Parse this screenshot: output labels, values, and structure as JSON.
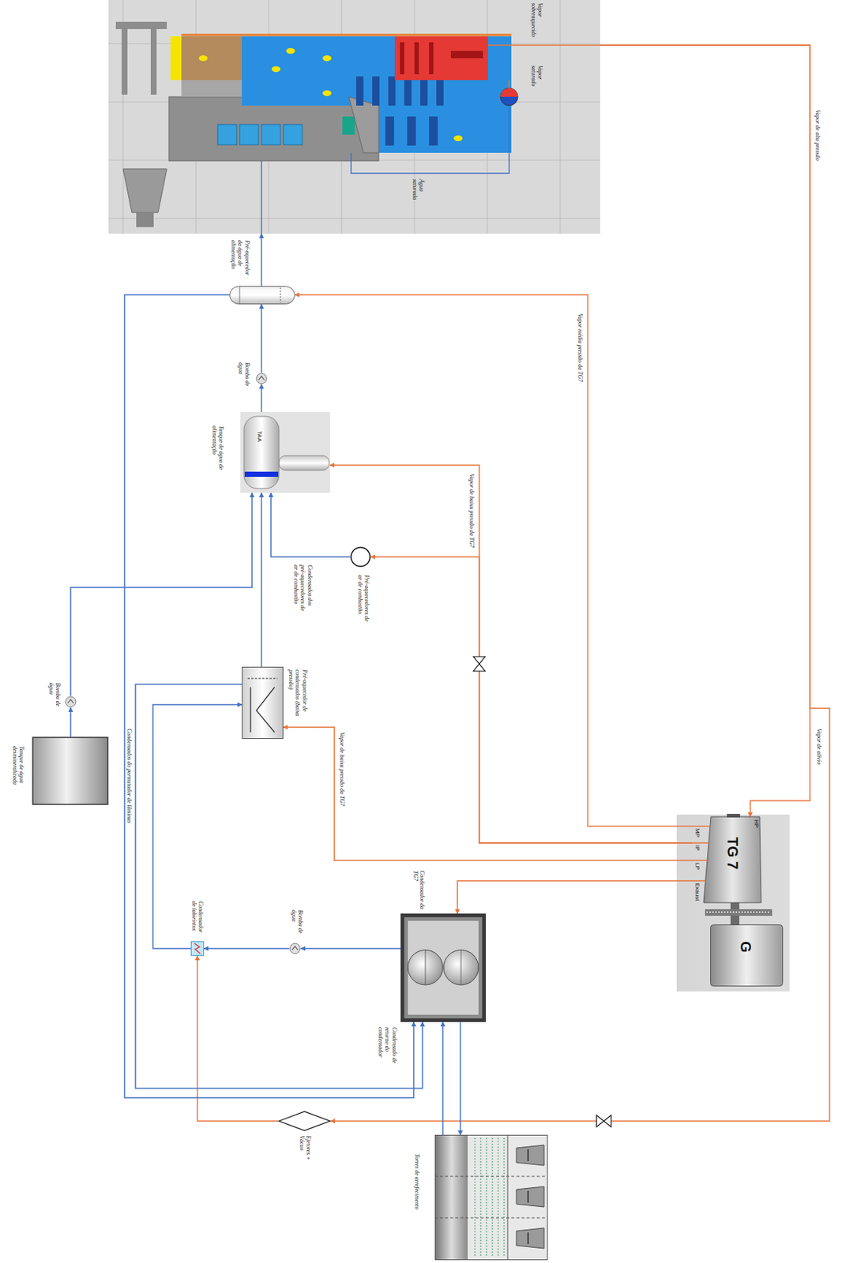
{
  "diagram": {
    "nodes": [
      {
        "text": [
          "Vapor sobreaquecido",
          "Vapor saturado",
          "Água saturada"
        ]
      },
      {
        "text": [
          "Pré-aquecedor da água de alimentação"
        ]
      },
      {
        "text": [
          "Bomba de água"
        ]
      },
      {
        "text": [
          "Tanque de água de alimentação",
          "TAA"
        ]
      },
      {
        "text": [
          "Pré-aquecedores de ar de combustão"
        ]
      },
      {
        "text": [
          "Pré-aquecedor de condensados (baixa pressão)"
        ]
      },
      {
        "text": [
          "Bomba de água"
        ]
      },
      {
        "text": [
          "Tanque de água desmineralizada"
        ]
      },
      {
        "text": [
          "TG 7"
        ]
      },
      {
        "text": [
          "G"
        ]
      },
      {
        "text": [
          "Condensador da TG7"
        ]
      },
      {
        "text": [
          "Bomba de água"
        ]
      },
      {
        "text": [
          "Condensador de labirintos"
        ]
      },
      {
        "text": [
          "Ejetores + Vácuo"
        ]
      },
      {
        "text": [
          "Torres de arrefecimento"
        ]
      }
    ],
    "edges": [
      {
        "from": 0,
        "to": 8,
        "arrow": "to",
        "label": "Vapor de alta pressão"
      },
      {
        "from": 0,
        "to": 13,
        "arrow": "to",
        "label": "Vapor de alívio"
      },
      {
        "from": 8,
        "to": 1,
        "arrow": "to",
        "label": "Vapor média pressão da TG7"
      },
      {
        "from": 8,
        "to": 3,
        "arrow": "to",
        "label": "Vapor de baixa pressão da TG7"
      },
      {
        "from": 8,
        "to": 4,
        "arrow": "to"
      },
      {
        "from": 8,
        "to": 5,
        "arrow": "to",
        "label": "Vapor de baixa pressão da TG7"
      },
      {
        "from": 8,
        "to": 10,
        "arrow": "to"
      },
      {
        "from": 10,
        "to": 11,
        "arrow": "to"
      },
      {
        "from": 11,
        "to": 12,
        "arrow": "to"
      },
      {
        "from": 13,
        "to": 12,
        "arrow": "to"
      },
      {
        "from": 12,
        "to": 5,
        "arrow": "to"
      },
      {
        "from": 5,
        "to": 3,
        "arrow": "to"
      },
      {
        "from": 4,
        "to": 3,
        "arrow": "to",
        "label": "Condensados dos pré-aquecedores de ar de combustão"
      },
      {
        "from": 7,
        "to": 6,
        "arrow": "to"
      },
      {
        "from": 6,
        "to": 3,
        "arrow": "to"
      },
      {
        "from": 3,
        "to": 2,
        "arrow": "to"
      },
      {
        "from": 2,
        "to": 1,
        "arrow": "to"
      },
      {
        "from": 1,
        "to": 0,
        "arrow": "to"
      },
      {
        "from": 1,
        "to": 10,
        "arrow": "to"
      },
      {
        "from": 5,
        "to": 10,
        "arrow": "to",
        "label": "Condensados do permutador de lâminas"
      },
      {
        "from": 14,
        "to": 10,
        "arrow": "to"
      },
      {
        "from": 10,
        "to": 14,
        "arrow": "to",
        "label": "Condensado de retorno do condensador"
      }
    ],
    "labels": [
      "HP",
      "MP",
      "IP",
      "LP",
      "Exaust"
    ]
  }
}
